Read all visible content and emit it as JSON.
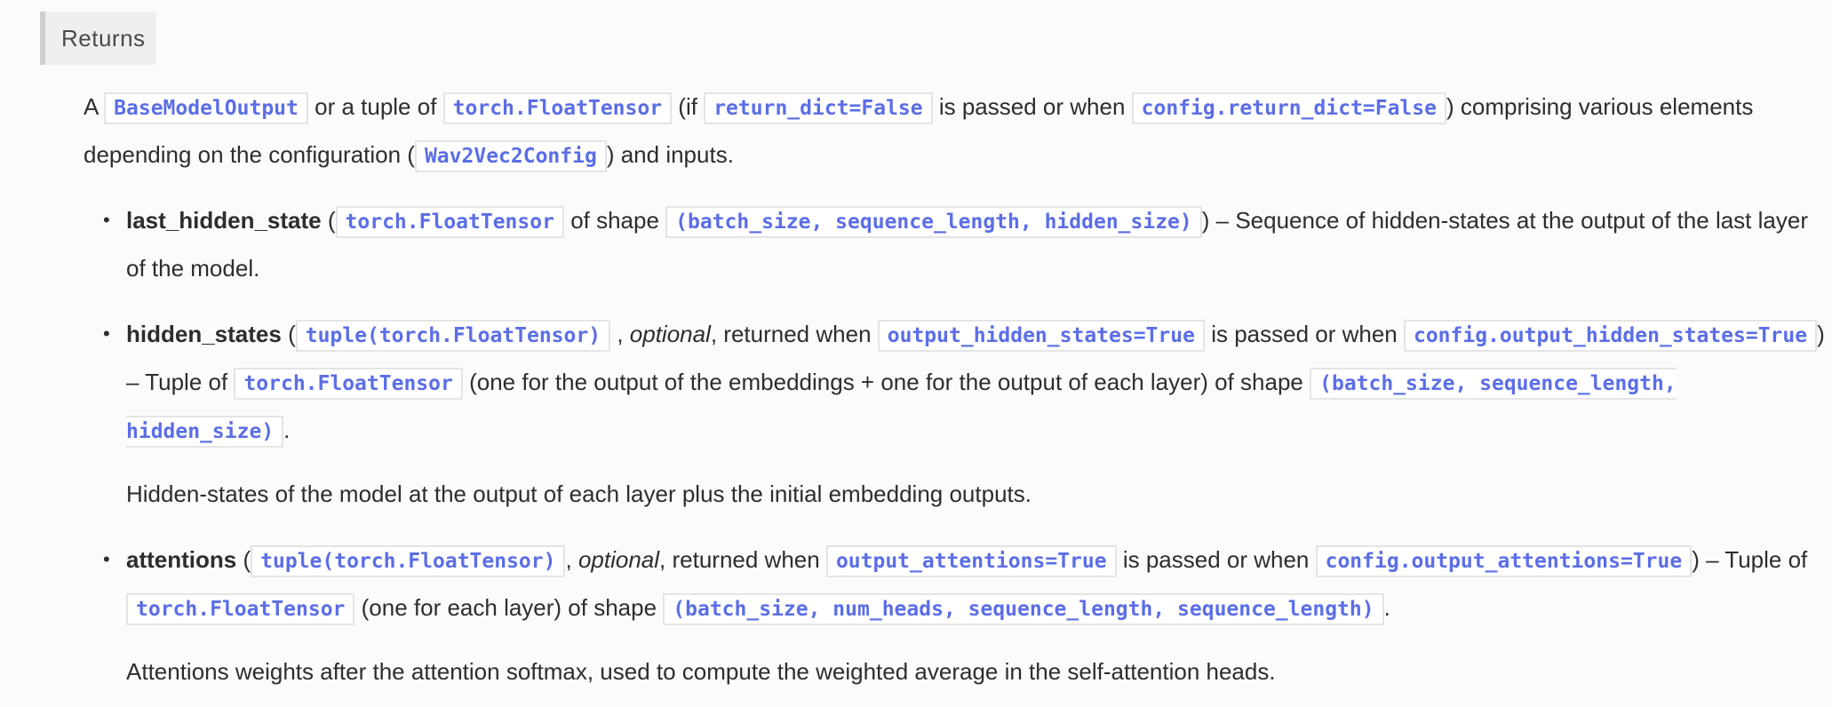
{
  "section_tag": "Returns",
  "intro": {
    "t1": "A",
    "c1": "BaseModelOutput",
    "t2": "or a tuple of",
    "c2": "torch.FloatTensor",
    "t3": "(if",
    "c3": "return_dict=False",
    "t4": "is passed or when",
    "c4": "config.return_dict=False",
    "t5": ") comprising various elements depending on the configuration (",
    "c5": "Wav2Vec2Config",
    "t6": ") and inputs."
  },
  "items": [
    {
      "name": "last_hidden_state",
      "t1": "(",
      "c1": "torch.FloatTensor",
      "t2": "of shape",
      "c2": "(batch_size, sequence_length, hidden_size)",
      "t3": ") – Sequence of hidden-states at the output of the last layer of the model."
    },
    {
      "name": "hidden_states",
      "t1": "(",
      "c1": "tuple(torch.FloatTensor)",
      "t2": ",",
      "optional": "optional",
      "t3": ", returned when",
      "c2": "output_hidden_states=True",
      "t4": "is passed or when",
      "c3": "config.output_hidden_states=True",
      "t5": ") – Tuple of",
      "c4": "torch.FloatTensor",
      "t6": "(one for the output of the embeddings + one for the output of each layer) of shape",
      "c5": "(batch_size, sequence_length, hidden_size)",
      "t7": ".",
      "extra": "Hidden-states of the model at the output of each layer plus the initial embedding outputs."
    },
    {
      "name": "attentions",
      "t1": "(",
      "c1": "tuple(torch.FloatTensor)",
      "t2": ",",
      "optional": "optional",
      "t3": ", returned when",
      "c2": "output_attentions=True",
      "t4": "is passed or when",
      "c3": "config.output_attentions=True",
      "t5": ") – Tuple of",
      "c4": "torch.FloatTensor",
      "t6": "(one for each layer) of shape",
      "c5": "(batch_size, num_heads, sequence_length, sequence_length)",
      "t7": ".",
      "extra": "Attentions weights after the attention softmax, used to compute the weighted average in the self-attention heads."
    }
  ],
  "colors": {
    "code_text": "#5b6ee6",
    "body_text": "#2d2d2d",
    "tag_background": "#efefef",
    "tag_border": "#cfcfcf",
    "code_border": "#e4e4e4",
    "page_background": "#fbfbfb"
  }
}
